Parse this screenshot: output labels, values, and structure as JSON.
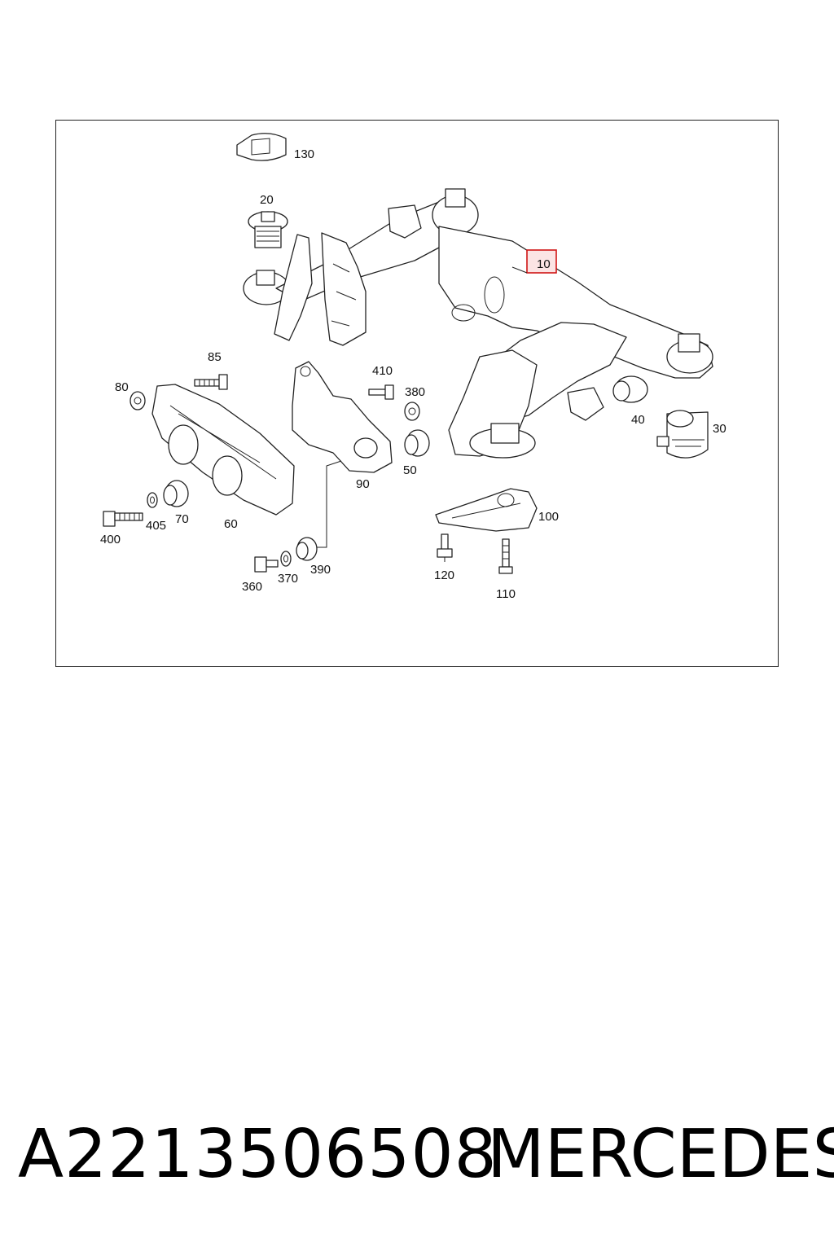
{
  "diagram": {
    "callouts": {
      "c130": "130",
      "c20": "20",
      "c10": "10",
      "c85": "85",
      "c80": "80",
      "c410": "410",
      "c380": "380",
      "c40": "40",
      "c30": "30",
      "c50": "50",
      "c90": "90",
      "c60": "60",
      "c70": "70",
      "c405": "405",
      "c400": "400",
      "c100": "100",
      "c360": "360",
      "c370": "370",
      "c390": "390",
      "c120": "120",
      "c110": "110"
    },
    "highlighted_part": "10",
    "highlight_color": "#d01515"
  },
  "footer": {
    "part_number": "A2213506508",
    "brand": "MERCEDES"
  }
}
